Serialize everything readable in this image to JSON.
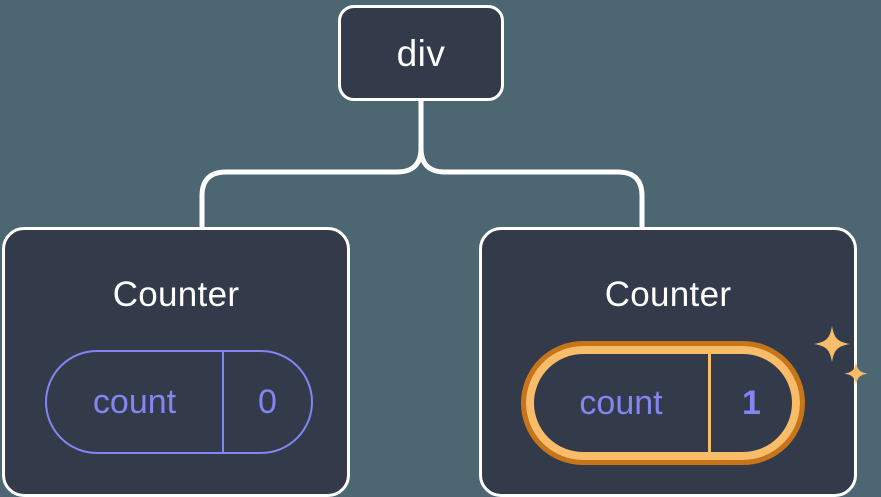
{
  "diagram": {
    "type": "component-tree",
    "background_color": "#4c6772",
    "node_fill_color": "#333b4a",
    "node_border_color": "#ffffff",
    "connector_color": "#ffffff",
    "state_color": "#8285f2",
    "highlight_outer_color": "#c87418",
    "highlight_inner_color": "#f9bd69",
    "root": {
      "label": "div"
    },
    "children": [
      {
        "title": "Counter",
        "state": {
          "key": "count",
          "value": "0"
        },
        "highlighted": false
      },
      {
        "title": "Counter",
        "state": {
          "key": "count",
          "value": "1"
        },
        "highlighted": true,
        "sparkle_icon": "sparkles-icon"
      }
    ]
  }
}
